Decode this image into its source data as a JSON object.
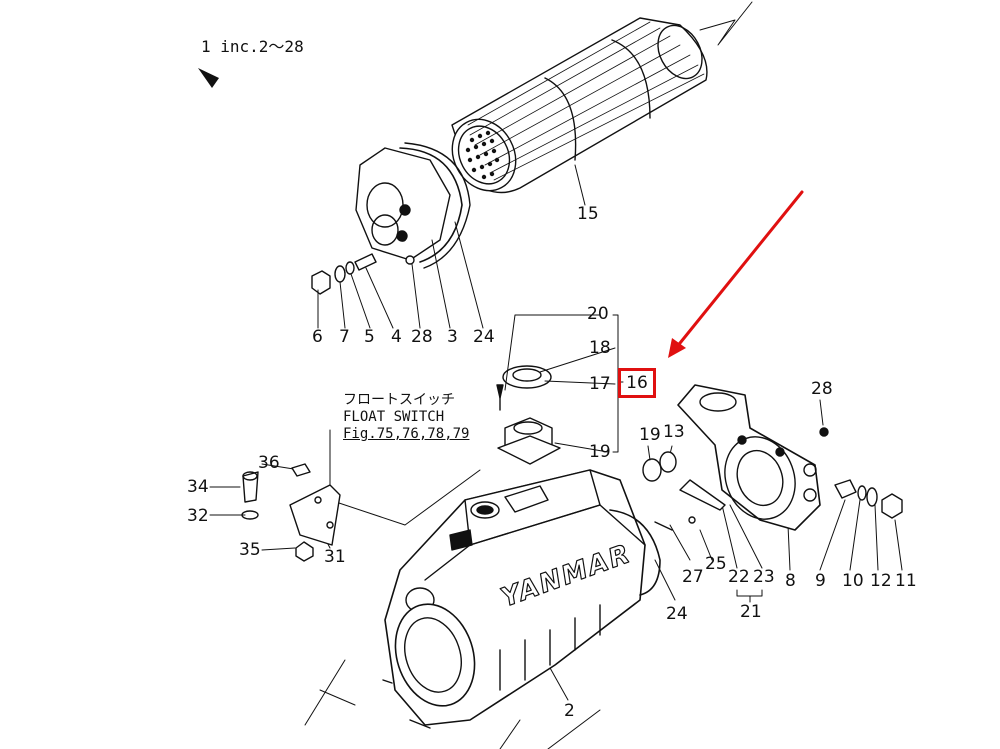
{
  "header": {
    "ref_text": "1 inc.2～28"
  },
  "annotation": {
    "jp": "フロートスイッチ",
    "en": "FLOAT SWITCH",
    "fig": "Fig.75,76,78,79"
  },
  "logo_text": "YANMAR",
  "highlight": {
    "part": "16",
    "color": "#e01010"
  },
  "part_labels": {
    "p2": "2",
    "p3": "3",
    "p4": "4",
    "p5": "5",
    "p6": "6",
    "p7": "7",
    "p8": "8",
    "p9": "9",
    "p10": "10",
    "p11": "11",
    "p12": "12",
    "p13": "13",
    "p15": "15",
    "p16": "16",
    "p17": "17",
    "p18": "18",
    "p19a": "19",
    "p19b": "19",
    "p20": "20",
    "p21": "21",
    "p22": "22",
    "p23": "23",
    "p24a": "24",
    "p24b": "24",
    "p25": "25",
    "p27": "27",
    "p28a": "28",
    "p28b": "28",
    "p31": "31",
    "p32": "32",
    "p34": "34",
    "p35": "35",
    "p36": "36"
  }
}
